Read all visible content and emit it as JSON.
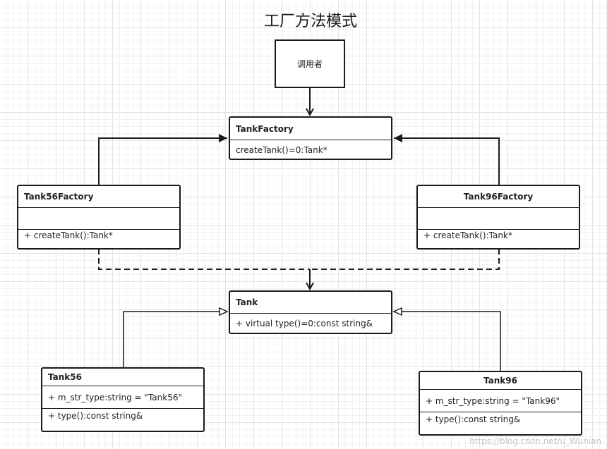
{
  "title": "工厂方法模式",
  "caller": "调用者",
  "classes": {
    "tank_factory": {
      "name": "TankFactory",
      "methods": "createTank()=0:Tank*"
    },
    "tank56_factory": {
      "name": "Tank56Factory",
      "attributes": "",
      "methods": "+ createTank():Tank*"
    },
    "tank96_factory": {
      "name": "Tank96Factory",
      "attributes": "",
      "methods": "+ createTank():Tank*"
    },
    "tank": {
      "name": "Tank",
      "methods": "+ virtual type()=0:const string&"
    },
    "tank56": {
      "name": "Tank56",
      "attributes": "+ m_str_type:string = \"Tank56\"",
      "methods": "+ type():const string&"
    },
    "tank96": {
      "name": "Tank96",
      "attributes": "+ m_str_type:string = \"Tank96\"",
      "methods": "+ type():const string&"
    }
  },
  "watermark": "https://blog.csdn.net/u_Wunian"
}
